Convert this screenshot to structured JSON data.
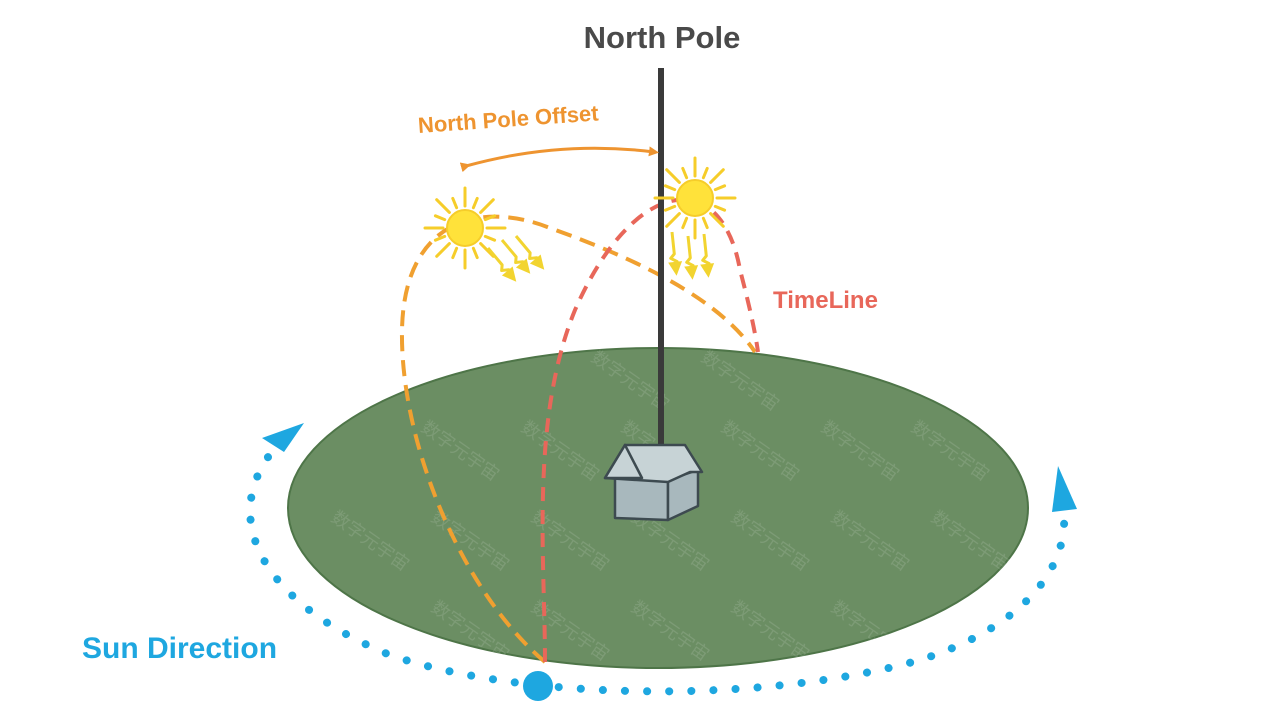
{
  "labels": {
    "north_pole": "North Pole",
    "north_pole_offset": "North Pole Offset",
    "timeline": "TimeLine",
    "sun_direction": "Sun Direction"
  },
  "watermark": "数字元宇宙",
  "icons": [
    "sun-icon",
    "house-icon",
    "sunray-arrow-icon"
  ],
  "colors": {
    "ground": "#6b8e63",
    "ground_stroke": "#4e7548",
    "pole": "#3a3a3a",
    "orange_path": "#f0a030",
    "red_path": "#e8675a",
    "offset_arrow": "#ee9430",
    "blue_orbit": "#1ea7e0",
    "sun_fill": "#ffe23a",
    "sun_rays": "#f6cd2a",
    "ray_arrows": "#f2d430",
    "house_wall": "#a8b8bd",
    "house_roof": "#c7d3d6",
    "house_outline": "#3d4a50",
    "title_text": "#4a4a4a",
    "offset_text": "#ee9430",
    "timeline_text": "#e8675a",
    "sun_direction_text": "#1ea7e0"
  }
}
